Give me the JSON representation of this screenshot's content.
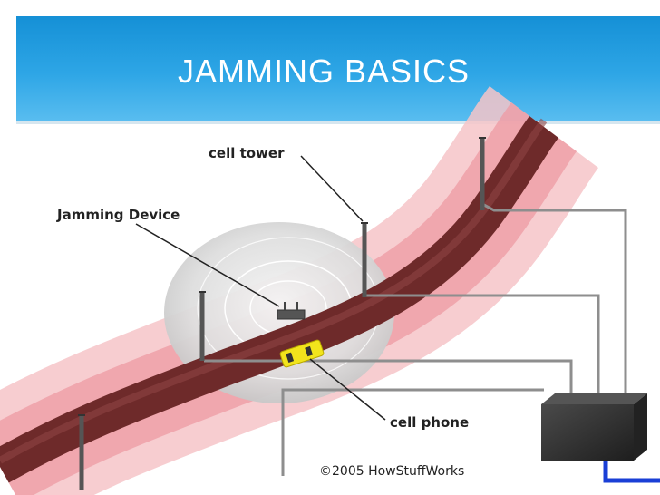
{
  "slide": {
    "title": "JAMMING BASICS"
  },
  "labels": {
    "cell_tower": "cell tower",
    "jamming_device": "Jamming Device",
    "cell_phone": "cell phone",
    "credit": "©2005 HowStuffWorks"
  },
  "colors": {
    "header": "#1a94da",
    "road": "#7a2e2e",
    "glow": "#f0a0a8",
    "jam_zone": "#d8d8d8",
    "phone": "#f2e41c",
    "cable": "#8a8a8a",
    "blue_cable": "#1a3fd6",
    "switch_box": "#333333"
  }
}
